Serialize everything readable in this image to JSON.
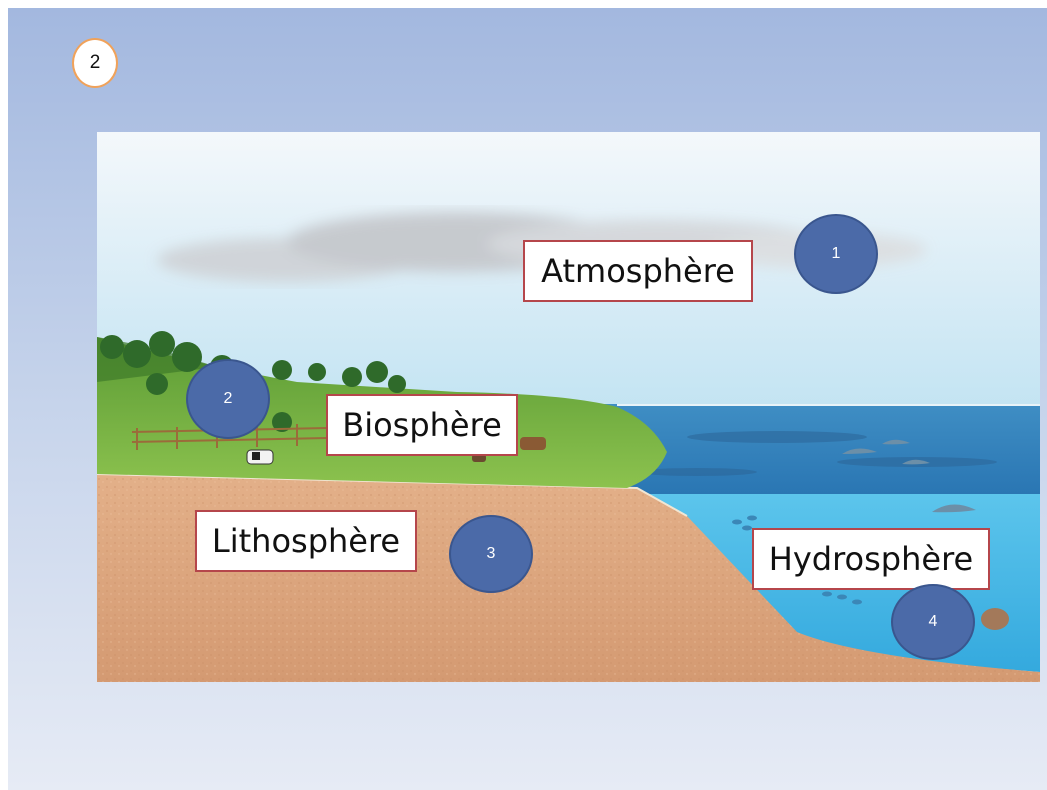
{
  "slide": {
    "number": "2"
  },
  "labels": {
    "atmosphere": "Atmosphère",
    "biosphere": "Biosphère",
    "lithosphere": "Lithosphère",
    "hydrosphere": "Hydrosphère"
  },
  "markers": {
    "atmosphere": "1",
    "biosphere": "2",
    "lithosphere": "3",
    "hydrosphere": "4"
  },
  "colors": {
    "label_border": "#b5464b",
    "marker_fill": "#4b6aa8",
    "slide_number_border": "#f0a25a"
  }
}
